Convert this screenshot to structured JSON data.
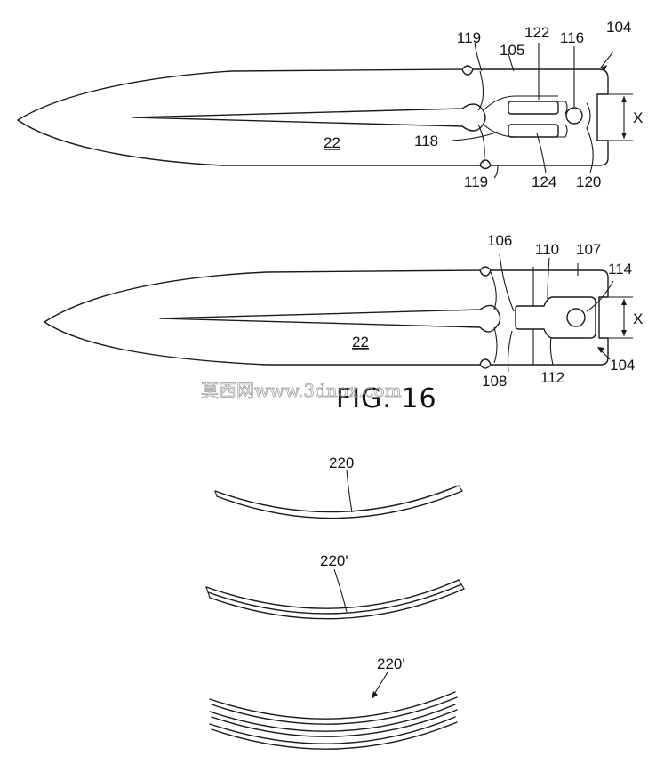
{
  "figure": {
    "caption": "FIG. 16",
    "watermark": "莫西网www.3dnox.com"
  },
  "top_blade": {
    "labels": {
      "l104": "104",
      "l105": "105",
      "l116": "116",
      "l119a": "119",
      "l122": "122",
      "l118": "118",
      "l22": "22",
      "l119b": "119",
      "l124": "124",
      "l120": "120",
      "lx": "X"
    }
  },
  "middle_blade": {
    "labels": {
      "l106": "106",
      "l110": "110",
      "l107": "107",
      "l114": "114",
      "l22": "22",
      "l108": "108",
      "l112": "112",
      "l104": "104",
      "lx": "X"
    }
  },
  "strips": {
    "l220": "220",
    "l220p1": "220'",
    "l220p2": "220'"
  }
}
